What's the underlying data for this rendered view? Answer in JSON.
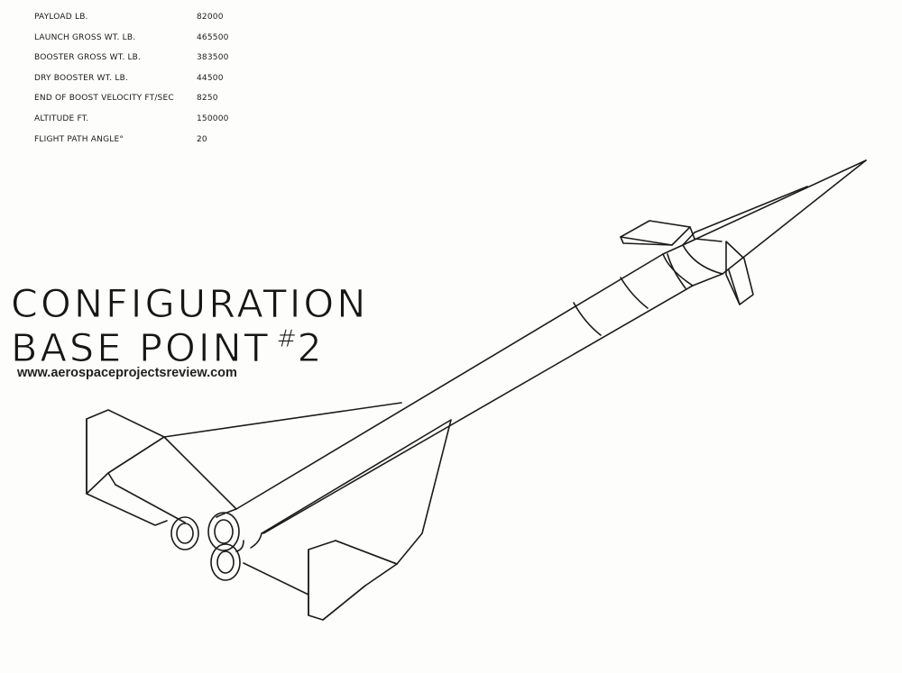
{
  "specs": [
    {
      "label": "PAYLOAD  LB.",
      "value": "82000"
    },
    {
      "label": "LAUNCH GROSS WT. LB.",
      "value": "465500"
    },
    {
      "label": "BOOSTER GROSS WT. LB.",
      "value": "383500"
    },
    {
      "label": "DRY BOOSTER WT. LB.",
      "value": "44500"
    },
    {
      "label": "END OF BOOST VELOCITY FT/SEC",
      "value": "8250"
    },
    {
      "label": "ALTITUDE FT.",
      "value": "150000"
    },
    {
      "label": "FLIGHT PATH ANGLE°",
      "value": "20"
    }
  ],
  "title": {
    "line1": "CONFIGURATION",
    "line2": "BASE POINT",
    "hash": "#",
    "number": "2"
  },
  "watermark": "www.aerospaceprojectsreview.com"
}
